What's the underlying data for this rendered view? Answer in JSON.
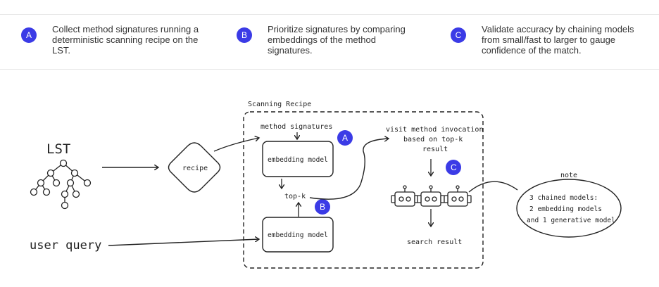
{
  "steps": [
    {
      "badge": "A",
      "text": "Collect method signatures running a deterministic scanning recipe on the LST."
    },
    {
      "badge": "B",
      "text": "Prioritize signatures by comparing embeddings of the method signatures."
    },
    {
      "badge": "C",
      "text": "Validate accuracy by chaining models from small/fast to larger to gauge confidence of the match."
    }
  ],
  "diagram": {
    "lst_label": "LST",
    "recipe_label": "recipe",
    "user_query_label": "user query",
    "scanning_recipe_label": "Scanning Recipe",
    "method_signatures_label": "method signatures",
    "embedding_model_top": "embedding model",
    "embedding_model_bottom": "embedding model",
    "topk_label": "top-k",
    "visit_line1": "visit method invocation",
    "visit_line2": "based on top-k",
    "visit_line3": "result",
    "search_result_label": "search result",
    "note_label": "note",
    "note_line1": "3 chained models:",
    "note_line2": "2 embedding models",
    "note_line3": "and 1 generative model",
    "badge_a": "A",
    "badge_b": "B",
    "badge_c": "C",
    "accent_color": "#3b3be6"
  }
}
